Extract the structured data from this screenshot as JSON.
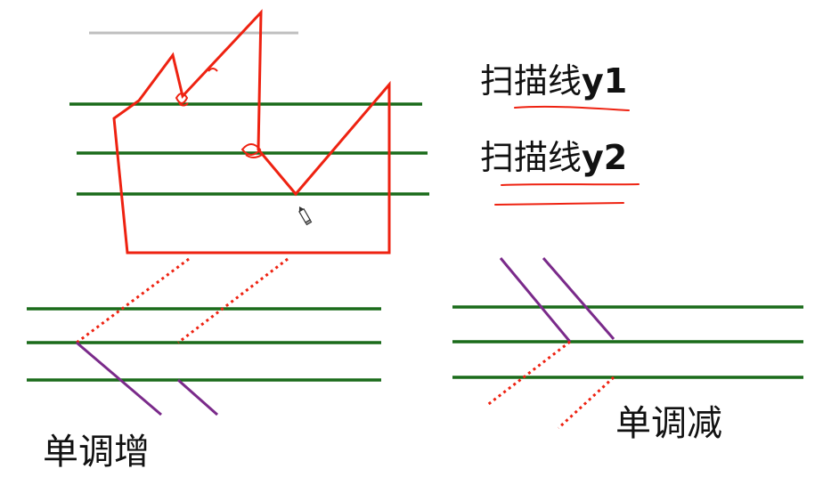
{
  "labels": {
    "scan_line_y1_prefix": "扫描线",
    "scan_line_y1_var": "y1",
    "scan_line_y2_prefix": "扫描线",
    "scan_line_y2_var": "y2",
    "monotonic_increase": "单调增",
    "monotonic_decrease": "单调减"
  },
  "colors": {
    "scan_line": "#1a6b1a",
    "polygon": "#ee2211",
    "edge_solid": "#7a2a8a",
    "edge_dotted": "#ee2211",
    "annotation": "#ee2211",
    "text": "#111111"
  },
  "icons": {
    "cursor": "pencil-cursor-icon"
  }
}
